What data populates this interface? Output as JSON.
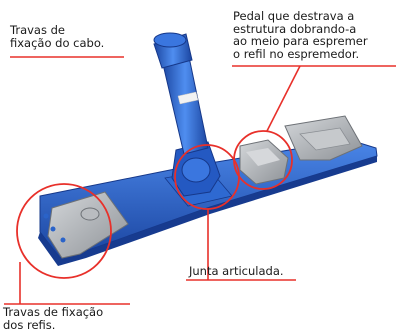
{
  "callouts": {
    "travas_cabo": "Travas de\nfixação do cabo.",
    "pedal": "Pedal que destrava a\nestrutura dobrando-a\nao meio para espremer\no refil no espremedor.",
    "junta": "Junta articulada.",
    "travas_refis": "Travas de fixação\ndos refis."
  },
  "colors": {
    "callout_line": "#e8302a",
    "frame_blue": "#2a63c9",
    "frame_blue_dark": "#1b45a0",
    "plate_gray": "#a9adb2",
    "text": "#1a1a1a"
  }
}
